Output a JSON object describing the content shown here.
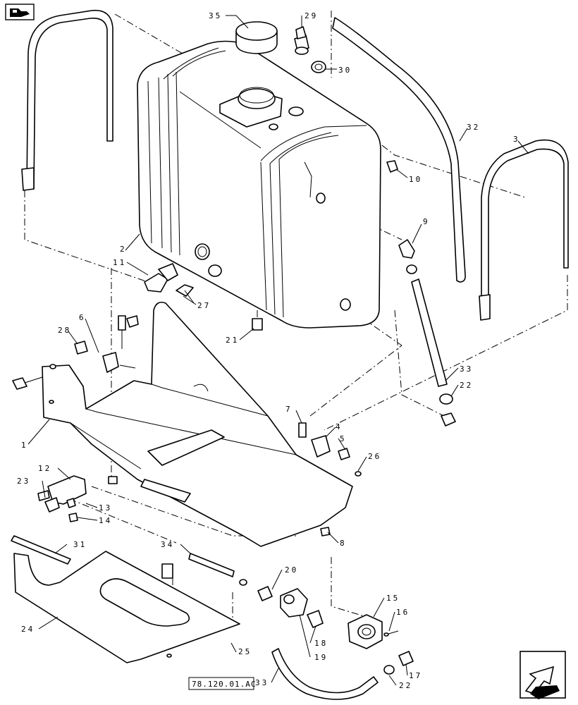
{
  "figure_reference": "78.120.01.AC",
  "icons": {
    "top_left": "book-hand-icon",
    "bottom_right": "next-page-arrow-icon"
  },
  "callouts": {
    "c1": "1",
    "c2": "2",
    "c3": "3",
    "c4": "4",
    "c5": "5",
    "c6": "6",
    "c7": "7",
    "c8": "8",
    "c9": "9",
    "c10": "10",
    "c11": "11",
    "c12": "12",
    "c13": "13",
    "c14": "14",
    "c15": "15",
    "c16": "16",
    "c17": "17",
    "c18": "18",
    "c19": "19",
    "c20": "20",
    "c21": "21",
    "c22a": "22",
    "c22b": "22",
    "c23": "23",
    "c24": "24",
    "c25": "25",
    "c26": "26",
    "c27": "27",
    "c28": "28",
    "c29": "29",
    "c30": "30",
    "c31": "31",
    "c32": "32",
    "c33a": "33",
    "c33b": "33",
    "c34": "34",
    "c35": "35"
  }
}
